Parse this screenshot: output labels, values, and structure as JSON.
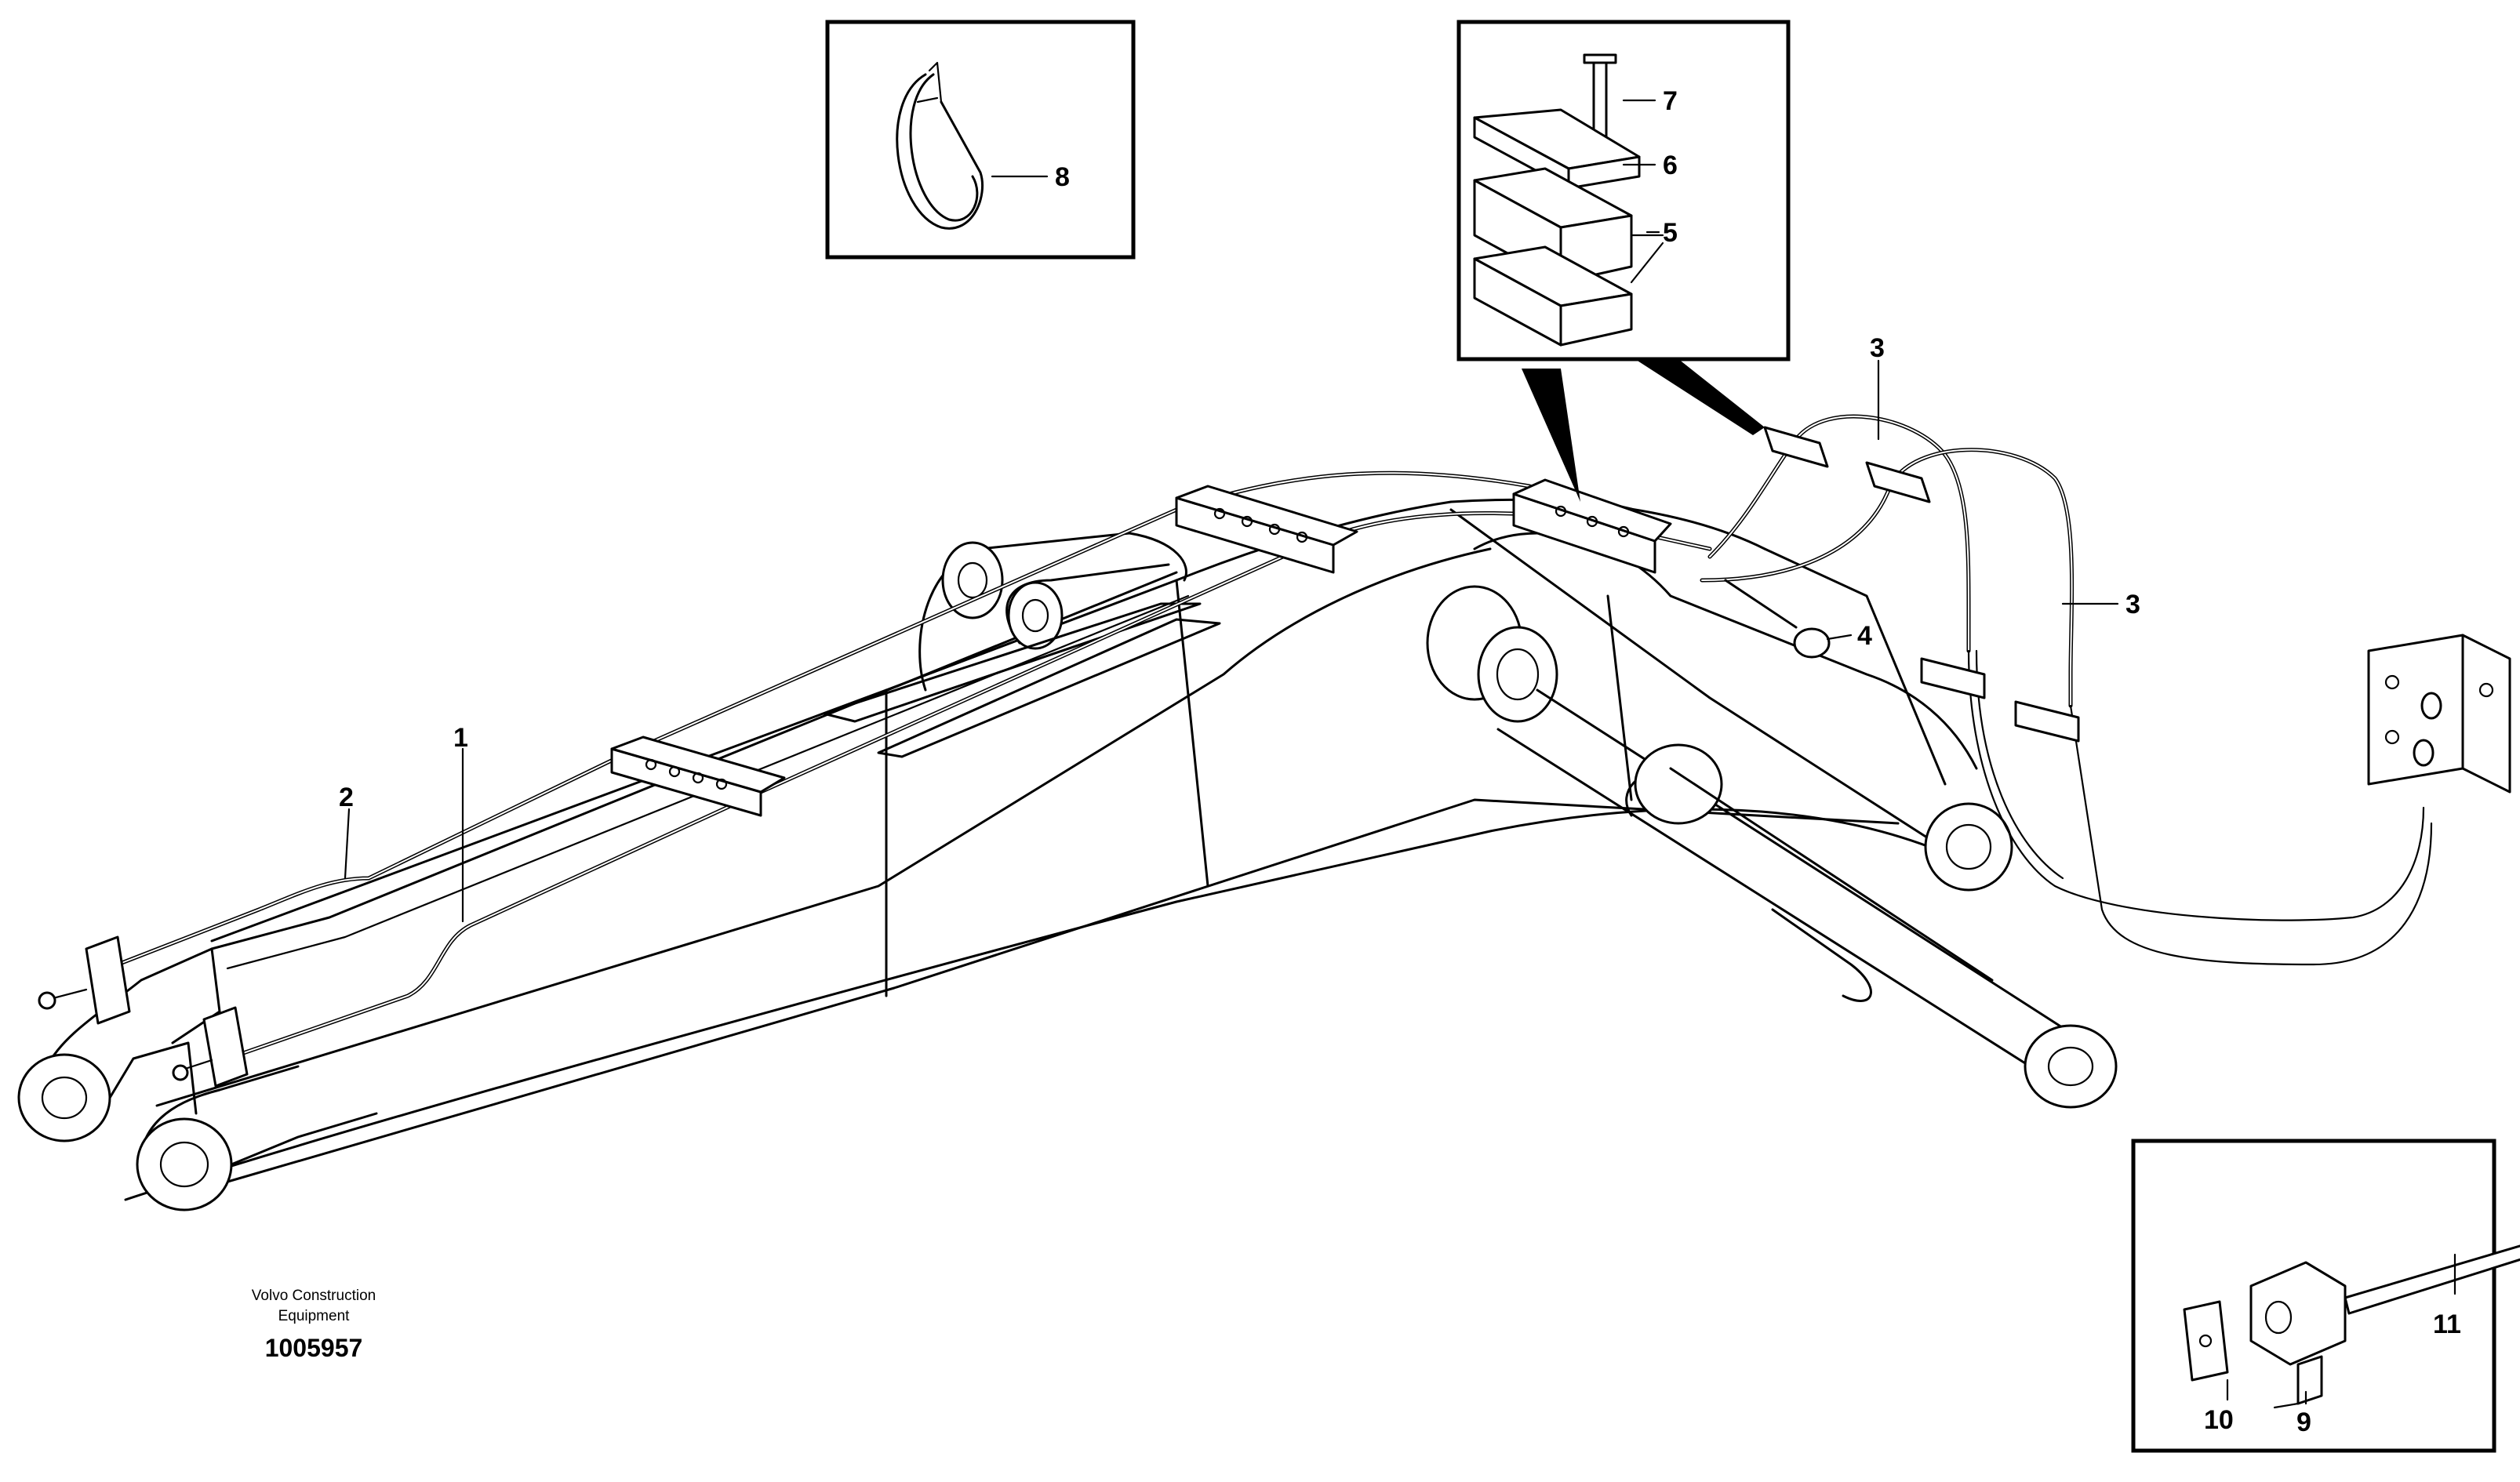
{
  "figure": {
    "caption_line1": "Volvo Construction",
    "caption_line2": "Equipment",
    "document_number": "1005957"
  },
  "callouts": [
    {
      "id": "1",
      "label": "1"
    },
    {
      "id": "2",
      "label": "2"
    },
    {
      "id": "3a",
      "label": "3"
    },
    {
      "id": "3b",
      "label": "3"
    },
    {
      "id": "4",
      "label": "4"
    },
    {
      "id": "5",
      "label": "5"
    },
    {
      "id": "6",
      "label": "6"
    },
    {
      "id": "7",
      "label": "7"
    },
    {
      "id": "8",
      "label": "8"
    },
    {
      "id": "9",
      "label": "9"
    },
    {
      "id": "10",
      "label": "10"
    },
    {
      "id": "11",
      "label": "11"
    }
  ]
}
